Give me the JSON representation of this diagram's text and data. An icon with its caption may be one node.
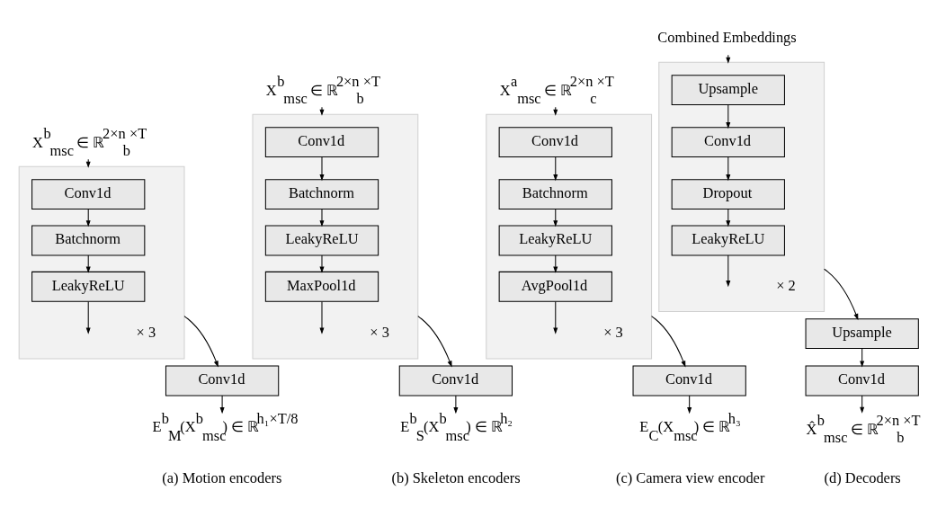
{
  "diagram": {
    "nodes": [
      {
        "text": [
          "X$^{b}$$_{msc}$ ∈ ℝ$^{2×n}$$_{b}$$^{×T}$"
        ]
      },
      {
        "text": [],
        "shape": "box",
        "beside": [
          "× 3"
        ]
      },
      {
        "text": [
          "Conv1d"
        ],
        "in": 1
      },
      {
        "text": [
          "Batchnorm"
        ],
        "in": 1
      },
      {
        "text": [
          "LeakyReLU"
        ],
        "in": 1
      },
      {
        "text": [
          "Conv1d"
        ]
      },
      {
        "text": [
          "E$^{b}$$_{M}$(X$^{b}$$_{msc}$) ∈ ℝ$^{h₁×T/8}$"
        ]
      },
      {
        "text": [
          "X$^{b}$$_{msc}$ ∈ ℝ$^{2×n}$$_{b}$$^{×T}$"
        ]
      },
      {
        "text": [],
        "shape": "box",
        "beside": [
          "× 3"
        ]
      },
      {
        "text": [
          "Conv1d"
        ],
        "in": 8
      },
      {
        "text": [
          "Batchnorm"
        ],
        "in": 8
      },
      {
        "text": [
          "LeakyReLU"
        ],
        "in": 8
      },
      {
        "text": [
          "MaxPool1d"
        ],
        "in": 8
      },
      {
        "text": [
          "Conv1d"
        ]
      },
      {
        "text": [
          "E$^{b}$$_{S}$(X$^{b}$$_{msc}$) ∈ ℝ$^{h₂}$"
        ]
      },
      {
        "text": [
          "X$^{a}$$_{msc}$ ∈ ℝ$^{2×n}$$_{c}$$^{×T}$"
        ]
      },
      {
        "text": [],
        "shape": "box",
        "beside": [
          "× 3"
        ]
      },
      {
        "text": [
          "Conv1d"
        ],
        "in": 16
      },
      {
        "text": [
          "Batchnorm"
        ],
        "in": 16
      },
      {
        "text": [
          "LeakyReLU"
        ],
        "in": 16
      },
      {
        "text": [
          "AvgPool1d"
        ],
        "in": 16
      },
      {
        "text": [
          "Conv1d"
        ]
      },
      {
        "text": [
          "E$_{C}$(X$_{msc}$) ∈ ℝ$^{h₃}$"
        ]
      },
      {
        "text": [
          "Combined Embeddings"
        ]
      },
      {
        "text": [],
        "shape": "box",
        "beside": [
          "× 2"
        ]
      },
      {
        "text": [
          "Upsample"
        ],
        "in": 24
      },
      {
        "text": [
          "Conv1d"
        ],
        "in": 24
      },
      {
        "text": [
          "Dropout"
        ],
        "in": 24
      },
      {
        "text": [
          "LeakyReLU"
        ],
        "in": 24
      },
      {
        "text": [
          "Upsample"
        ]
      },
      {
        "text": [
          "Conv1d"
        ]
      },
      {
        "text": [
          "X̂$^{b}$$_{msc}$ ∈ ℝ$^{2×n}$$_{b}$$^{×T}$"
        ]
      }
    ],
    "edges": [
      {
        "from": 0,
        "to": 1,
        "arrow": "to"
      },
      {
        "from": 2,
        "to": 3,
        "arrow": "to"
      },
      {
        "from": 3,
        "to": 4,
        "arrow": "to"
      },
      {
        "from": 4,
        "to": null,
        "arrow": "to"
      },
      {
        "from": 1,
        "to": 5,
        "arrow": "to"
      },
      {
        "from": 5,
        "to": 6,
        "arrow": "to"
      },
      {
        "from": 7,
        "to": 8,
        "arrow": "to"
      },
      {
        "from": 9,
        "to": 10,
        "arrow": "to"
      },
      {
        "from": 10,
        "to": 11,
        "arrow": "to"
      },
      {
        "from": 11,
        "to": 12,
        "arrow": "to"
      },
      {
        "from": 12,
        "to": null,
        "arrow": "to"
      },
      {
        "from": 8,
        "to": 13,
        "arrow": "to"
      },
      {
        "from": 13,
        "to": 14,
        "arrow": "to"
      },
      {
        "from": 15,
        "to": 16,
        "arrow": "to"
      },
      {
        "from": 17,
        "to": 18,
        "arrow": "to"
      },
      {
        "from": 18,
        "to": 19,
        "arrow": "to"
      },
      {
        "from": 19,
        "to": 20,
        "arrow": "to"
      },
      {
        "from": 20,
        "to": null,
        "arrow": "to"
      },
      {
        "from": 16,
        "to": 21,
        "arrow": "to"
      },
      {
        "from": 21,
        "to": 22,
        "arrow": "to"
      },
      {
        "from": 23,
        "to": 24,
        "arrow": "to"
      },
      {
        "from": 25,
        "to": 26,
        "arrow": "to"
      },
      {
        "from": 26,
        "to": 27,
        "arrow": "to"
      },
      {
        "from": 27,
        "to": 28,
        "arrow": "to"
      },
      {
        "from": 28,
        "to": null,
        "arrow": "to"
      },
      {
        "from": 24,
        "to": 29,
        "arrow": "to"
      },
      {
        "from": 29,
        "to": 30,
        "arrow": "to"
      },
      {
        "from": 30,
        "to": 31,
        "arrow": "to"
      }
    ],
    "labels": [
      "(a) Motion encoders",
      "(b) Skeleton encoders",
      "(c) Camera view encoder",
      "(d) Decoders"
    ]
  }
}
